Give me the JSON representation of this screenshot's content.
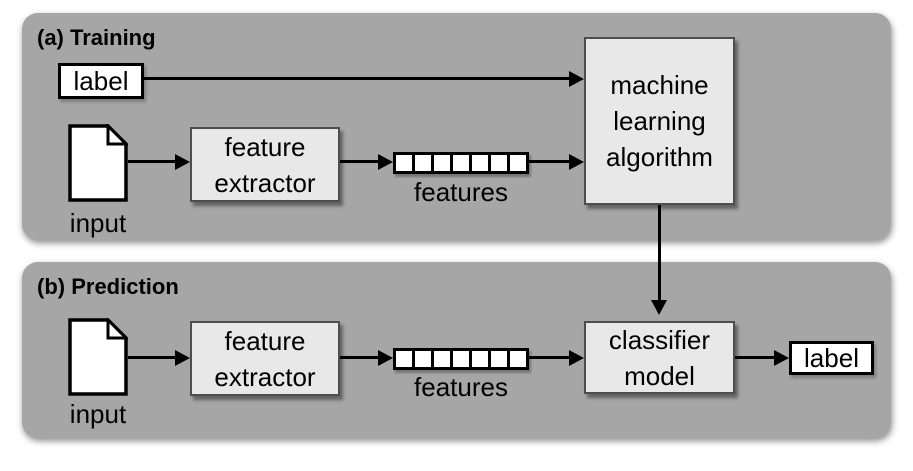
{
  "colors": {
    "page_bg": "#ffffff",
    "panel_bg": "#a6a6a6",
    "node_fill": "#e8e8e8",
    "node_border": "#4d4d4d",
    "white_fill": "#ffffff",
    "line": "#000000"
  },
  "training": {
    "title": "(a) Training",
    "label_box": "label",
    "input_caption": "input",
    "extractor_box": "feature\nextractor",
    "features_caption": "features",
    "feature_cells": 7,
    "algorithm_box": "machine\nlearning\nalgorithm"
  },
  "prediction": {
    "title": "(b) Prediction",
    "input_caption": "input",
    "extractor_box": "feature\nextractor",
    "features_caption": "features",
    "feature_cells": 7,
    "classifier_box": "classifier\nmodel",
    "label_box": "label"
  }
}
